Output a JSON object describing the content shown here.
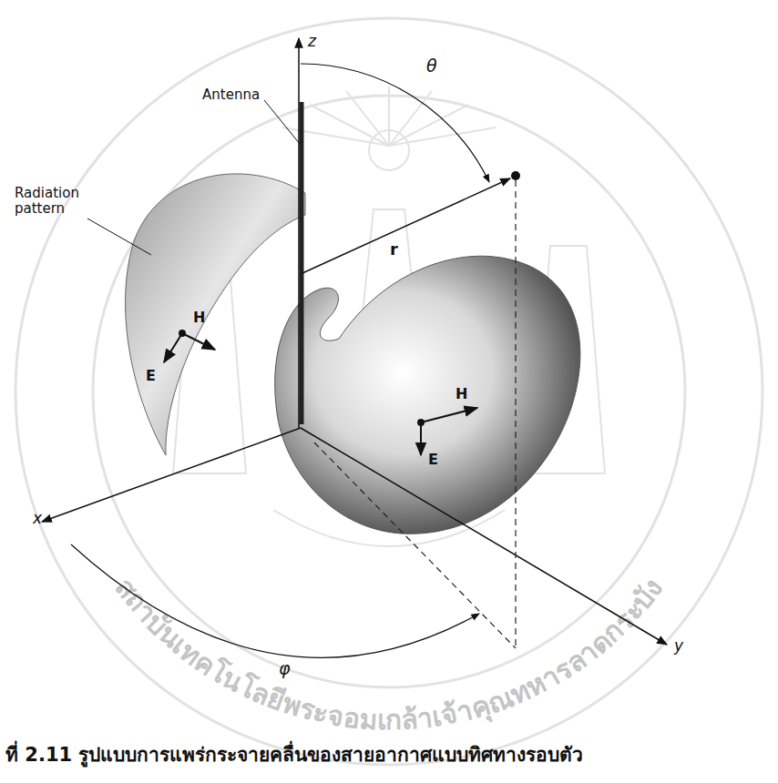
{
  "diagram": {
    "caption": "ที่ 2.11 รูปแบบการแพร่กระจายคลื่นของสายอากาศแบบทิศทางรอบตัว",
    "labels": [
      "z",
      "Antenna",
      "θ",
      "r",
      "Radiation pattern",
      "H",
      "E",
      "H",
      "E",
      "x",
      "φ",
      "y",
      "สถาบันเทคโนโลยีพระจอมเกล้าเจ้าคุณทหารลาดกระบัง"
    ]
  }
}
